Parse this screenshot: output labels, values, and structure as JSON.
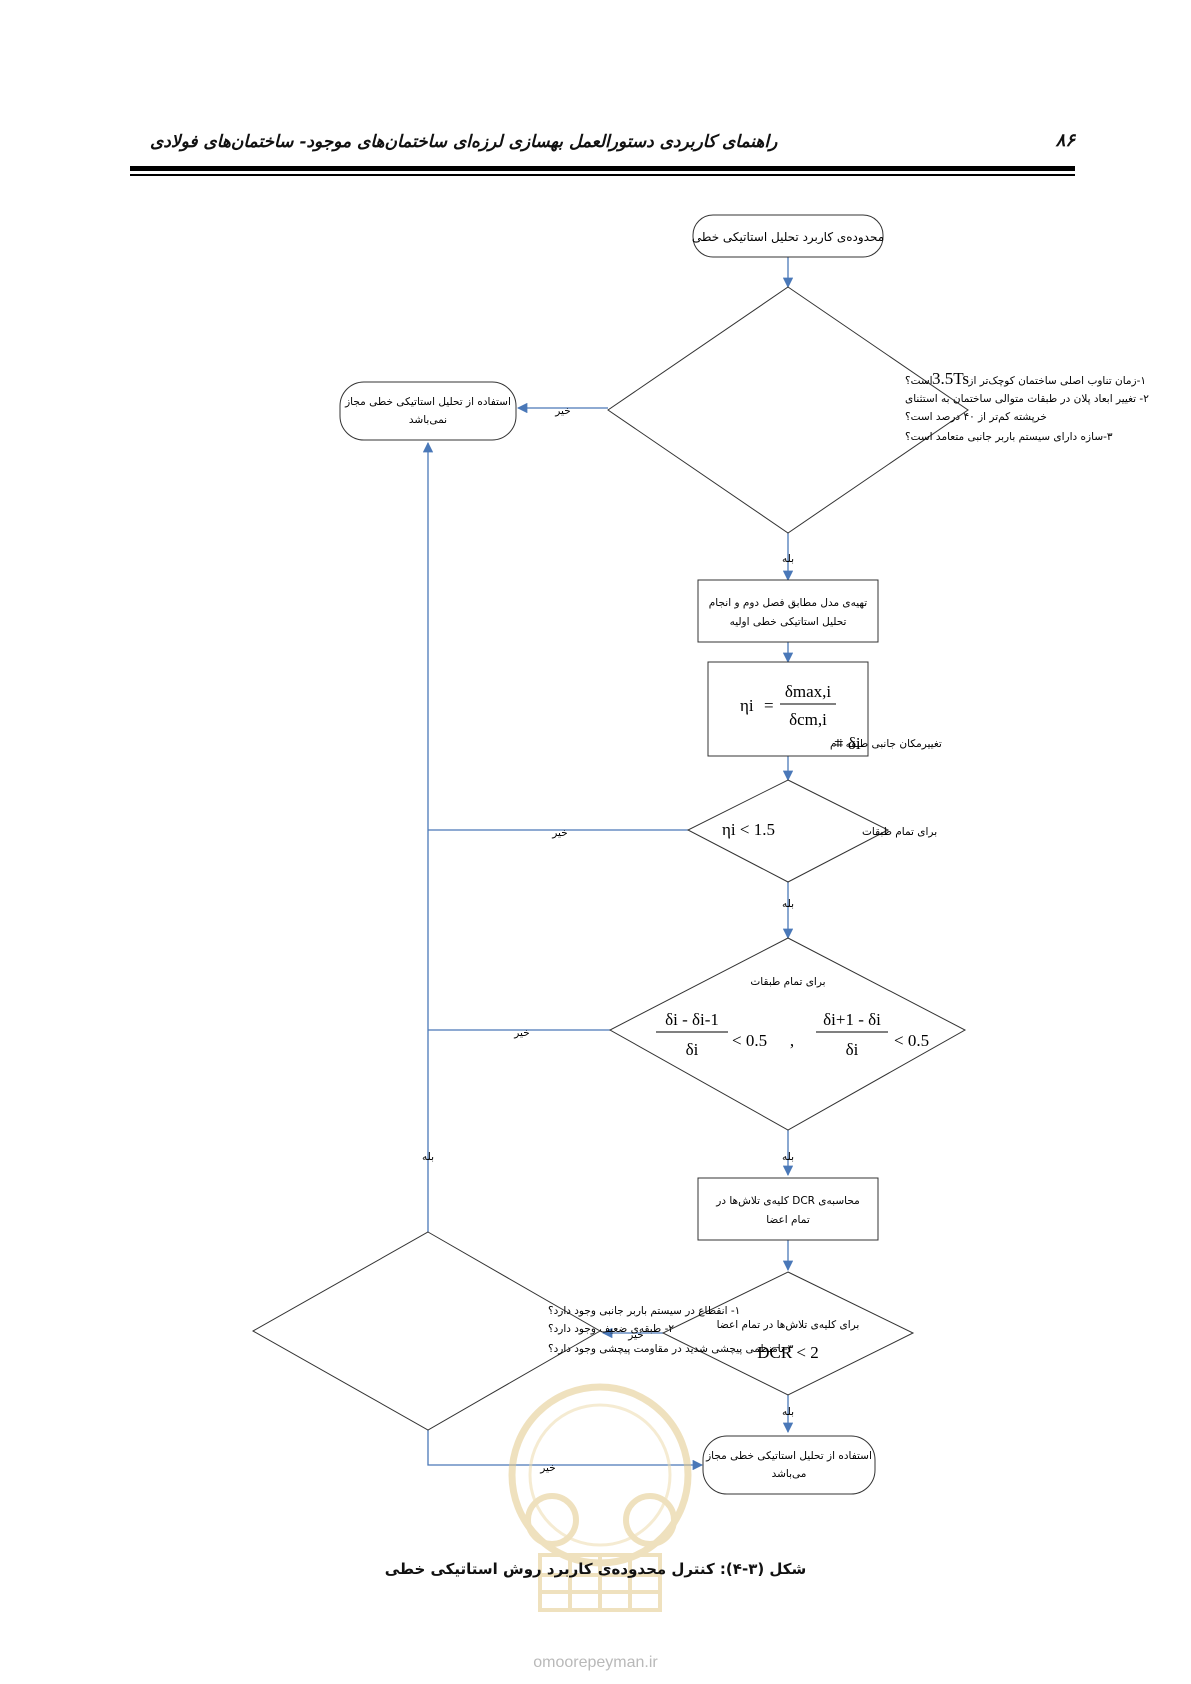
{
  "header": {
    "page_number": "۸۶",
    "title": "راهنمای کاربردی دستورالعمل بهسازی لرزه‌ای ساختمان‌های موجود- ساختمان‌های فولادی"
  },
  "flowchart": {
    "start": "محدوده‌ی کاربرد تحلیل استاتیکی خطی",
    "decision1": {
      "line1_text": "۱-زمان تناوب اصلی ساختمان کوچک‌تر از",
      "line1_math": "3.5Ts",
      "line1_end": "است؟",
      "line2": "۲- تغییر ابعاد پلان در طبقات متوالی ساختمان به استثنای",
      "line3": "خرپشته کم‌تر از ۴۰ درصد است؟",
      "line4": "۳-سازه دارای سیستم باربر جانبی متعامد است؟"
    },
    "not_allowed": {
      "line1": "استفاده از تحلیل استاتیکی خطی مجاز",
      "line2": "نمی‌باشد"
    },
    "model": {
      "line1": "تهیه‌ی مدل مطابق فصل دوم و انجام",
      "line2": "تحلیل استاتیکی خطی اولیه"
    },
    "formula": {
      "eta": "ηi",
      "num": "δmax,i",
      "den": "δcm,i",
      "delta_def": "تغییرمکان جانبی طبقه iام",
      "delta_sym": "= δi"
    },
    "decision2": {
      "prefix": "برای تمام طبقات",
      "math": "ηi < 1.5"
    },
    "decision3": {
      "title": "برای تمام طبقات",
      "left_num": "δi - δi-1",
      "left_den": "δi",
      "left_cmp": "< 0.5",
      "sep": ",",
      "right_num": "δi+1 - δi",
      "right_den": "δi",
      "right_cmp": "< 0.5"
    },
    "dcr_calc": {
      "line1": "محاسبه‌ی DCR کلیه‌ی تلاش‌ها در",
      "line2": "تمام اعضا"
    },
    "decision4": {
      "line1": "برای کلیه‌ی تلاش‌ها در تمام اعضا",
      "math": "DCR < 2"
    },
    "decision5": {
      "line1": "۱- انقطاع در سیستم باربر جانبی وجود دارد؟",
      "line2": "۲- طبقه‌ی ضعیف وجود دارد؟",
      "line3": "۳-نامنظمی پیچشی شدید در مقاومت پیچشی وجود دارد؟"
    },
    "allowed": {
      "line1": "استفاده از تحلیل استاتیکی خطی مجاز",
      "line2": "می‌باشد"
    },
    "labels": {
      "no_d1": "خیر",
      "yes_d1": "بله",
      "no_d2": "خیر",
      "yes_d2": "بله",
      "no_d3": "خیر",
      "yes_d3": "بله",
      "no_d4": "خیر",
      "yes_d4": "بله",
      "yes_d5": "بله",
      "no_d5": "خیر"
    }
  },
  "caption": "شکل (۳-۴): کنترل محدوده‌ی کاربرد روش استاتیکی خطی",
  "watermark": "omoorepeyman.ir",
  "colors": {
    "arrow": "#4a78b8",
    "stroke": "#333333"
  }
}
